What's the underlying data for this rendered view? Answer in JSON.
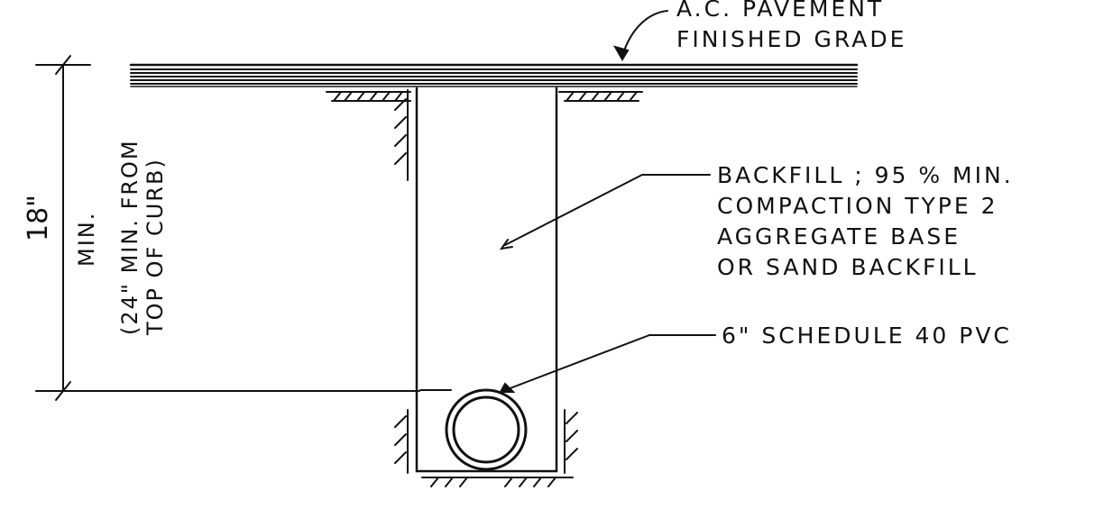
{
  "colors": {
    "ink": "#111111",
    "paper": "#ffffff"
  },
  "labels": {
    "pavement_line1": "A.C. PAVEMENT",
    "pavement_line2": "FINISHED GRADE",
    "backfill_line1": "BACKFILL ; 95 % MIN.",
    "backfill_line2": "COMPACTION TYPE 2",
    "backfill_line3": "AGGREGATE BASE",
    "backfill_line4": "OR SAND BACKFILL",
    "pipe": "6\" SCHEDULE 40 PVC",
    "dim_value": "18\"",
    "dim_min": "MIN.",
    "dim_note_line1": "(24\" MIN. FROM",
    "dim_note_line2": "TOP OF CURB)"
  }
}
